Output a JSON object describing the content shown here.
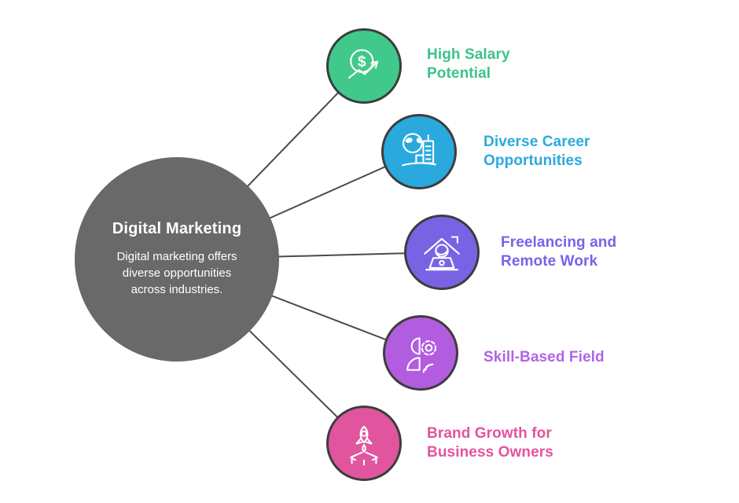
{
  "page": {
    "background": "#ffffff"
  },
  "center": {
    "title": "Digital Marketing",
    "description": "Digital marketing offers diverse opportunities across industries.",
    "fill": "#696969",
    "text_color": "#ffffff"
  },
  "connectors": {
    "color": "#4a4a4a"
  },
  "node_border_color": "#3d3d3d",
  "branches": [
    {
      "label": "High Salary Potential",
      "fill": "#40c98a",
      "label_color": "#3cc389",
      "icon": "coin-trend-arrow-icon"
    },
    {
      "label": "Diverse Career Opportunities",
      "fill": "#29a9dd",
      "label_color": "#2aaade",
      "icon": "globe-building-icon"
    },
    {
      "label": "Freelancing and Remote Work",
      "fill": "#7a62e4",
      "label_color": "#7b61ea",
      "icon": "home-laptop-icon"
    },
    {
      "label": "Skill-Based Field",
      "fill": "#b25ce0",
      "label_color": "#b164e8",
      "icon": "person-gears-icon"
    },
    {
      "label": "Brand Growth for Business Owners",
      "fill": "#e0559e",
      "label_color": "#e4539d",
      "icon": "rocket-launchpad-icon"
    }
  ]
}
